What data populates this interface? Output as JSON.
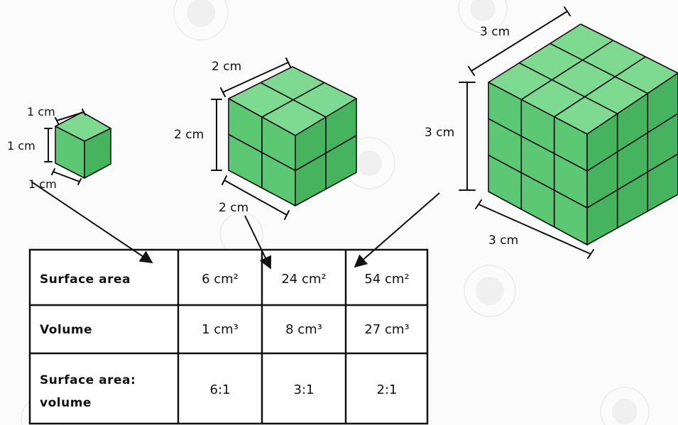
{
  "labels": {
    "small": {
      "top": "1 cm",
      "side": "1 cm",
      "bottom": "1 cm"
    },
    "medium": {
      "top": "2 cm",
      "side": "2 cm",
      "bottom": "2 cm"
    },
    "large": {
      "top": "3 cm",
      "side": "3 cm",
      "bottom": "3 cm"
    }
  },
  "table": {
    "rows": [
      {
        "label_lines": [
          "Surface area"
        ],
        "values": [
          "6 cm²",
          "24 cm²",
          "54 cm²"
        ]
      },
      {
        "label_lines": [
          "Volume"
        ],
        "values": [
          "1 cm³",
          "8 cm³",
          "27 cm³"
        ]
      },
      {
        "label_lines": [
          "Surface area:",
          "volume"
        ],
        "values": [
          "6:1",
          "3:1",
          "2:1"
        ]
      }
    ]
  },
  "colors": {
    "cube_top": "#7ed991",
    "cube_front": "#5cc874",
    "cube_side": "#46b45e",
    "outline": "#111111",
    "background": "#fbfbfb"
  }
}
